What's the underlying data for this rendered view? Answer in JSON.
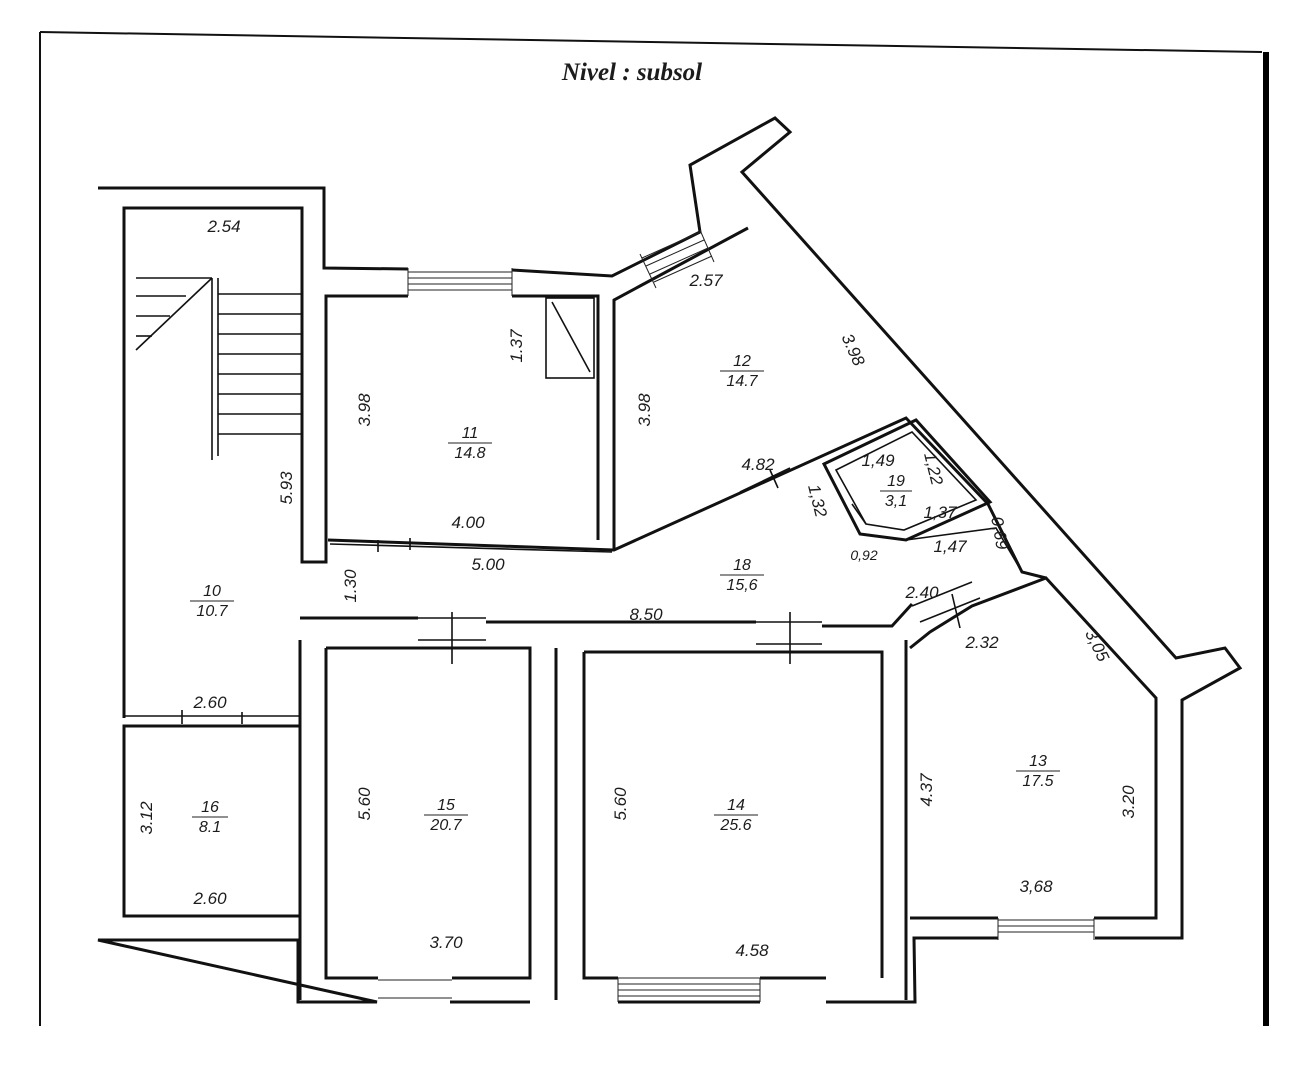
{
  "title": "Nivel : subsol",
  "rooms": [
    {
      "number": "10",
      "area": "10.7"
    },
    {
      "number": "11",
      "area": "14.8"
    },
    {
      "number": "12",
      "area": "14.7"
    },
    {
      "number": "13",
      "area": "17.5"
    },
    {
      "number": "14",
      "area": "25.6"
    },
    {
      "number": "15",
      "area": "20.7"
    },
    {
      "number": "16",
      "area": "8.1"
    },
    {
      "number": "18",
      "area": "15,6"
    },
    {
      "number": "19",
      "area": "3,1"
    }
  ],
  "dimensions": {
    "stair_top": "2.54",
    "stair_height": "5.93",
    "corridor_gap": "1.30",
    "room10_bottom": "2.60",
    "room16_height": "3.12",
    "room16_bottom": "2.60",
    "room11_closet": "1.37",
    "room11_height": "3.98",
    "room11_width": "4.00",
    "hall_top": "5.00",
    "room12_top": "2.57",
    "room12_height": "3.98",
    "room12_diagonal": "3.98",
    "room12_bottom": "4.82",
    "room19_top": "1,49",
    "room19_right": "1,22",
    "room19_left": "1,32",
    "room19_bottom": "1,37",
    "room19_corner": "0,92",
    "niche_width": "1,47",
    "niche_height": "0,69",
    "corridor_length": "8.50",
    "lobby_width": "2.40",
    "lobby_depth": "2.32",
    "room13_diagonal": "3,05",
    "room13_left": "4.37",
    "room13_right": "3.20",
    "room13_bottom": "3,68",
    "room15_height": "5.60",
    "room15_bottom": "3.70",
    "room14_height": "5.60",
    "room14_bottom": "4.58"
  }
}
